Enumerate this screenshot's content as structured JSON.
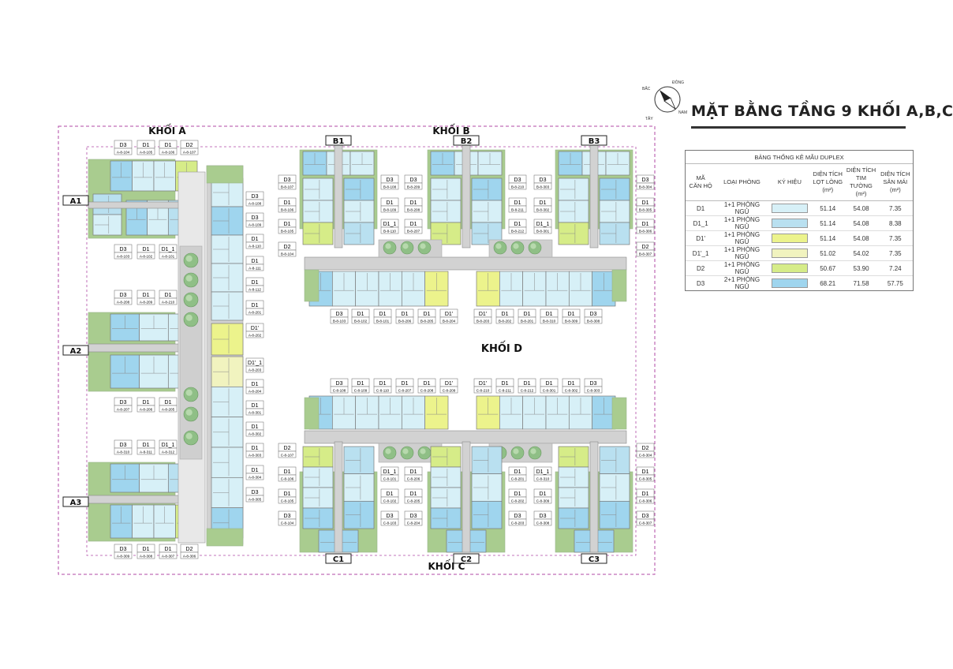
{
  "title": "MẶT BẰNG TẦNG 9 KHỐI A,B,C",
  "compass": {
    "north": "BẮC",
    "east": "ĐÔNG",
    "west": "TÂY",
    "south": "NAM"
  },
  "blocks": {
    "a": "KHỐI A",
    "b": "KHỐI B",
    "c": "KHỐI C",
    "d": "KHỐI D"
  },
  "wings": [
    "A1",
    "A2",
    "A3",
    "B1",
    "B2",
    "B3",
    "C1",
    "C2",
    "C3"
  ],
  "colors": {
    "D1": "#d7f0f7",
    "D1_1": "#b9e0f0",
    "D1p": "#ecf38c",
    "D1p_1": "#f1f3bf",
    "D2": "#d6ec88",
    "D3": "#9fd5ee",
    "green": "#a9cc8f",
    "corridor": "#d2d2d2",
    "boundary": "#b04aa6"
  },
  "legend": {
    "title": "BẢNG THỐNG KÊ MẪU DUPLEX",
    "headers": {
      "code": [
        "MÃ",
        "CĂN HỘ"
      ],
      "type": "LOẠI PHÒNG",
      "symbol": "KÝ HIỆU",
      "net": [
        "DIỆN TÍCH",
        "LỌT LÒNG",
        "(m²)"
      ],
      "wall": [
        "DIỆN TÍCH",
        "TIM TƯỜNG",
        "(m²)"
      ],
      "roof": [
        "DIỆN TÍCH",
        "SÂN MÁI",
        "(m²)"
      ]
    },
    "rows": [
      {
        "code": "D1",
        "type": "1+1 PHÒNG NGỦ",
        "color": "#d7f0f7",
        "net": "51.14",
        "wall": "54.08",
        "roof": "7.35"
      },
      {
        "code": "D1_1",
        "type": "1+1 PHÒNG NGỦ",
        "color": "#b9e0f0",
        "net": "51.14",
        "wall": "54.08",
        "roof": "8.38"
      },
      {
        "code": "D1'",
        "type": "1+1 PHÒNG NGỦ",
        "color": "#ecf38c",
        "net": "51.14",
        "wall": "54.08",
        "roof": "7.35"
      },
      {
        "code": "D1'_1",
        "type": "1+1 PHÒNG NGỦ",
        "color": "#f1f3bf",
        "net": "51.02",
        "wall": "54.02",
        "roof": "7.35"
      },
      {
        "code": "D2",
        "type": "1+1 PHÒNG NGỦ",
        "color": "#d6ec88",
        "net": "50.67",
        "wall": "53.90",
        "roof": "7.24"
      },
      {
        "code": "D3",
        "type": "2+1 PHÒNG NGỦ",
        "color": "#9fd5ee",
        "net": "68.21",
        "wall": "71.58",
        "roof": "57.75"
      }
    ]
  },
  "unit_labels": {
    "a_top": [
      [
        "D3",
        "A-8-104"
      ],
      [
        "D1",
        "A-8-105"
      ],
      [
        "D1",
        "A-8-106"
      ],
      [
        "D2",
        "A-8-107"
      ]
    ],
    "a_right": [
      [
        "D3",
        "A-8-108"
      ],
      [
        "D3",
        "A-8-109"
      ],
      [
        "D1",
        "A-8-110"
      ],
      [
        "D1",
        "A-8-111"
      ],
      [
        "D1",
        "A-8-112"
      ],
      [
        "D1",
        "A-8-201"
      ],
      [
        "D1'",
        "A-8-202"
      ],
      [
        "D1'_1",
        "A-8-203"
      ],
      [
        "D1",
        "A-8-204"
      ],
      [
        "D1",
        "A-8-301"
      ],
      [
        "D1",
        "A-8-302"
      ],
      [
        "D1",
        "A-8-303"
      ],
      [
        "D1",
        "A-8-304"
      ],
      [
        "D3",
        "A-8-305"
      ]
    ],
    "a1_bottom": [
      [
        "D3",
        "A-8-103"
      ],
      [
        "D1",
        "A-8-102"
      ],
      [
        "D1_1",
        "A-8-101"
      ]
    ],
    "a2_top": [
      [
        "D3",
        "A-8-208"
      ],
      [
        "D1",
        "A-8-209"
      ],
      [
        "D1",
        "A-8-210"
      ]
    ],
    "a2_bottom": [
      [
        "D3",
        "A-8-207"
      ],
      [
        "D1",
        "A-8-206"
      ],
      [
        "D1",
        "A-8-205"
      ]
    ],
    "a3_top": [
      [
        "D3",
        "A-8-310"
      ],
      [
        "D1",
        "A-8-311"
      ],
      [
        "D1_1",
        "A-8-312"
      ]
    ],
    "a_bottom": [
      [
        "D3",
        "A-8-309"
      ],
      [
        "D1",
        "A-8-308"
      ],
      [
        "D1",
        "A-8-307"
      ],
      [
        "D2",
        "A-8-306"
      ]
    ],
    "b1_left": [
      [
        "D3",
        "B-8-107"
      ],
      [
        "D1",
        "B-8-106"
      ],
      [
        "D1",
        "B-8-105"
      ],
      [
        "D2",
        "B-8-104"
      ]
    ],
    "b1_right": [
      [
        "D3",
        "B-8-108"
      ],
      [
        "D1",
        "B-8-109"
      ],
      [
        "D1_1",
        "B-8-110"
      ]
    ],
    "b2_left": [
      [
        "D3",
        "B-8-209"
      ],
      [
        "D1",
        "B-8-208"
      ],
      [
        "D1",
        "B-8-207"
      ]
    ],
    "b2_right": [
      [
        "D3",
        "B-8-210"
      ],
      [
        "D1",
        "B-8-211"
      ],
      [
        "D1",
        "B-8-212"
      ]
    ],
    "b3_left": [
      [
        "D3",
        "B-8-303"
      ],
      [
        "D1",
        "B-8-302"
      ],
      [
        "D1_1",
        "B-8-301"
      ]
    ],
    "b3_right": [
      [
        "D3",
        "B-8-304"
      ],
      [
        "D1",
        "B-8-305"
      ],
      [
        "D1",
        "B-8-306"
      ],
      [
        "D2",
        "B-8-307"
      ]
    ],
    "b_bottom_left": [
      [
        "D3",
        "B-8-103"
      ],
      [
        "D1",
        "B-8-102"
      ],
      [
        "D1",
        "B-8-101"
      ],
      [
        "D1",
        "B-8-206"
      ],
      [
        "D1",
        "B-8-205"
      ],
      [
        "D1'",
        "B-8-204"
      ]
    ],
    "b_bottom_right": [
      [
        "D1'",
        "B-8-203"
      ],
      [
        "D1",
        "B-8-202"
      ],
      [
        "D1",
        "B-8-201"
      ],
      [
        "D1",
        "B-8-310"
      ],
      [
        "D1",
        "B-8-309"
      ],
      [
        "D3",
        "B-8-308"
      ]
    ],
    "c_top_left": [
      [
        "D3",
        "C-8-108"
      ],
      [
        "D1",
        "C-8-109"
      ],
      [
        "D1",
        "C-8-110"
      ],
      [
        "D1",
        "C-8-207"
      ],
      [
        "D1",
        "C-8-208"
      ],
      [
        "D1'",
        "C-8-209"
      ]
    ],
    "c_top_right": [
      [
        "D1'",
        "C-8-210"
      ],
      [
        "D1",
        "C-8-211"
      ],
      [
        "D1",
        "C-8-212"
      ],
      [
        "D1",
        "C-8-301"
      ],
      [
        "D1",
        "C-8-302"
      ],
      [
        "D3",
        "C-8-303"
      ]
    ],
    "c1_left": [
      [
        "D2",
        "C-8-107"
      ],
      [
        "D1",
        "C-8-106"
      ],
      [
        "D1",
        "C-8-105"
      ],
      [
        "D3",
        "C-8-104"
      ]
    ],
    "c1_right": [
      [
        "D1_1",
        "C-8-101"
      ],
      [
        "D1",
        "C-8-102"
      ],
      [
        "D3",
        "C-8-103"
      ]
    ],
    "c2_left": [
      [
        "D1",
        "C-8-206"
      ],
      [
        "D1",
        "C-8-205"
      ],
      [
        "D3",
        "C-8-204"
      ]
    ],
    "c2_right": [
      [
        "D1",
        "C-8-201"
      ],
      [
        "D1",
        "C-8-202"
      ],
      [
        "D3",
        "C-8-203"
      ]
    ],
    "c3_left": [
      [
        "D1_1",
        "C-8-310"
      ],
      [
        "D1",
        "C-8-309"
      ],
      [
        "D3",
        "C-8-308"
      ]
    ],
    "c3_right": [
      [
        "D2",
        "C-8-304"
      ],
      [
        "D1",
        "C-8-305"
      ],
      [
        "D1",
        "C-8-306"
      ],
      [
        "D3",
        "C-8-307"
      ]
    ]
  }
}
